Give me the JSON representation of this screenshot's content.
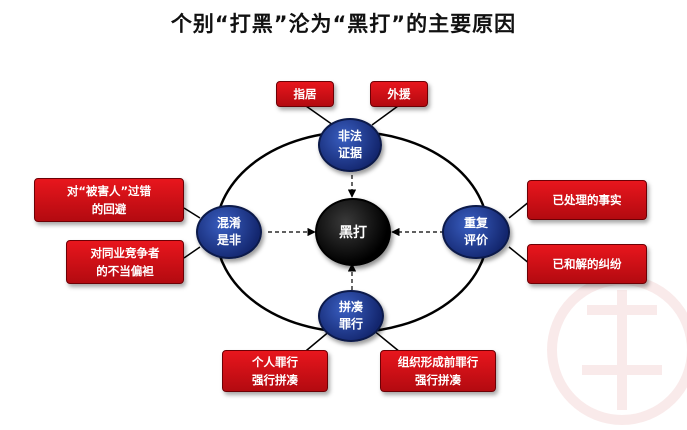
{
  "title": "个别“打黑”沦为“黑打”的主要原因",
  "center": "黑打",
  "nodes": {
    "top": "非法\n证据",
    "left": "混淆\n是非",
    "right": "重复\n评价",
    "bottom": "拼凑\n罪行"
  },
  "boxes": {
    "top_left": "指居",
    "top_right": "外援",
    "left_upper": "对“被害人”过错\n的回避",
    "left_lower": "对同业竞争者\n的不当偏袒",
    "right_upper": "已处理的事实",
    "right_lower": "已和解的纠纷",
    "bottom_left": "个人罪行\n强行拼凑",
    "bottom_right": "组织形成前罪行\n强行拼凑"
  },
  "colors": {
    "box_red": "#d4111a",
    "node_blue": "#1d3a8f",
    "center_black": "#000000"
  }
}
